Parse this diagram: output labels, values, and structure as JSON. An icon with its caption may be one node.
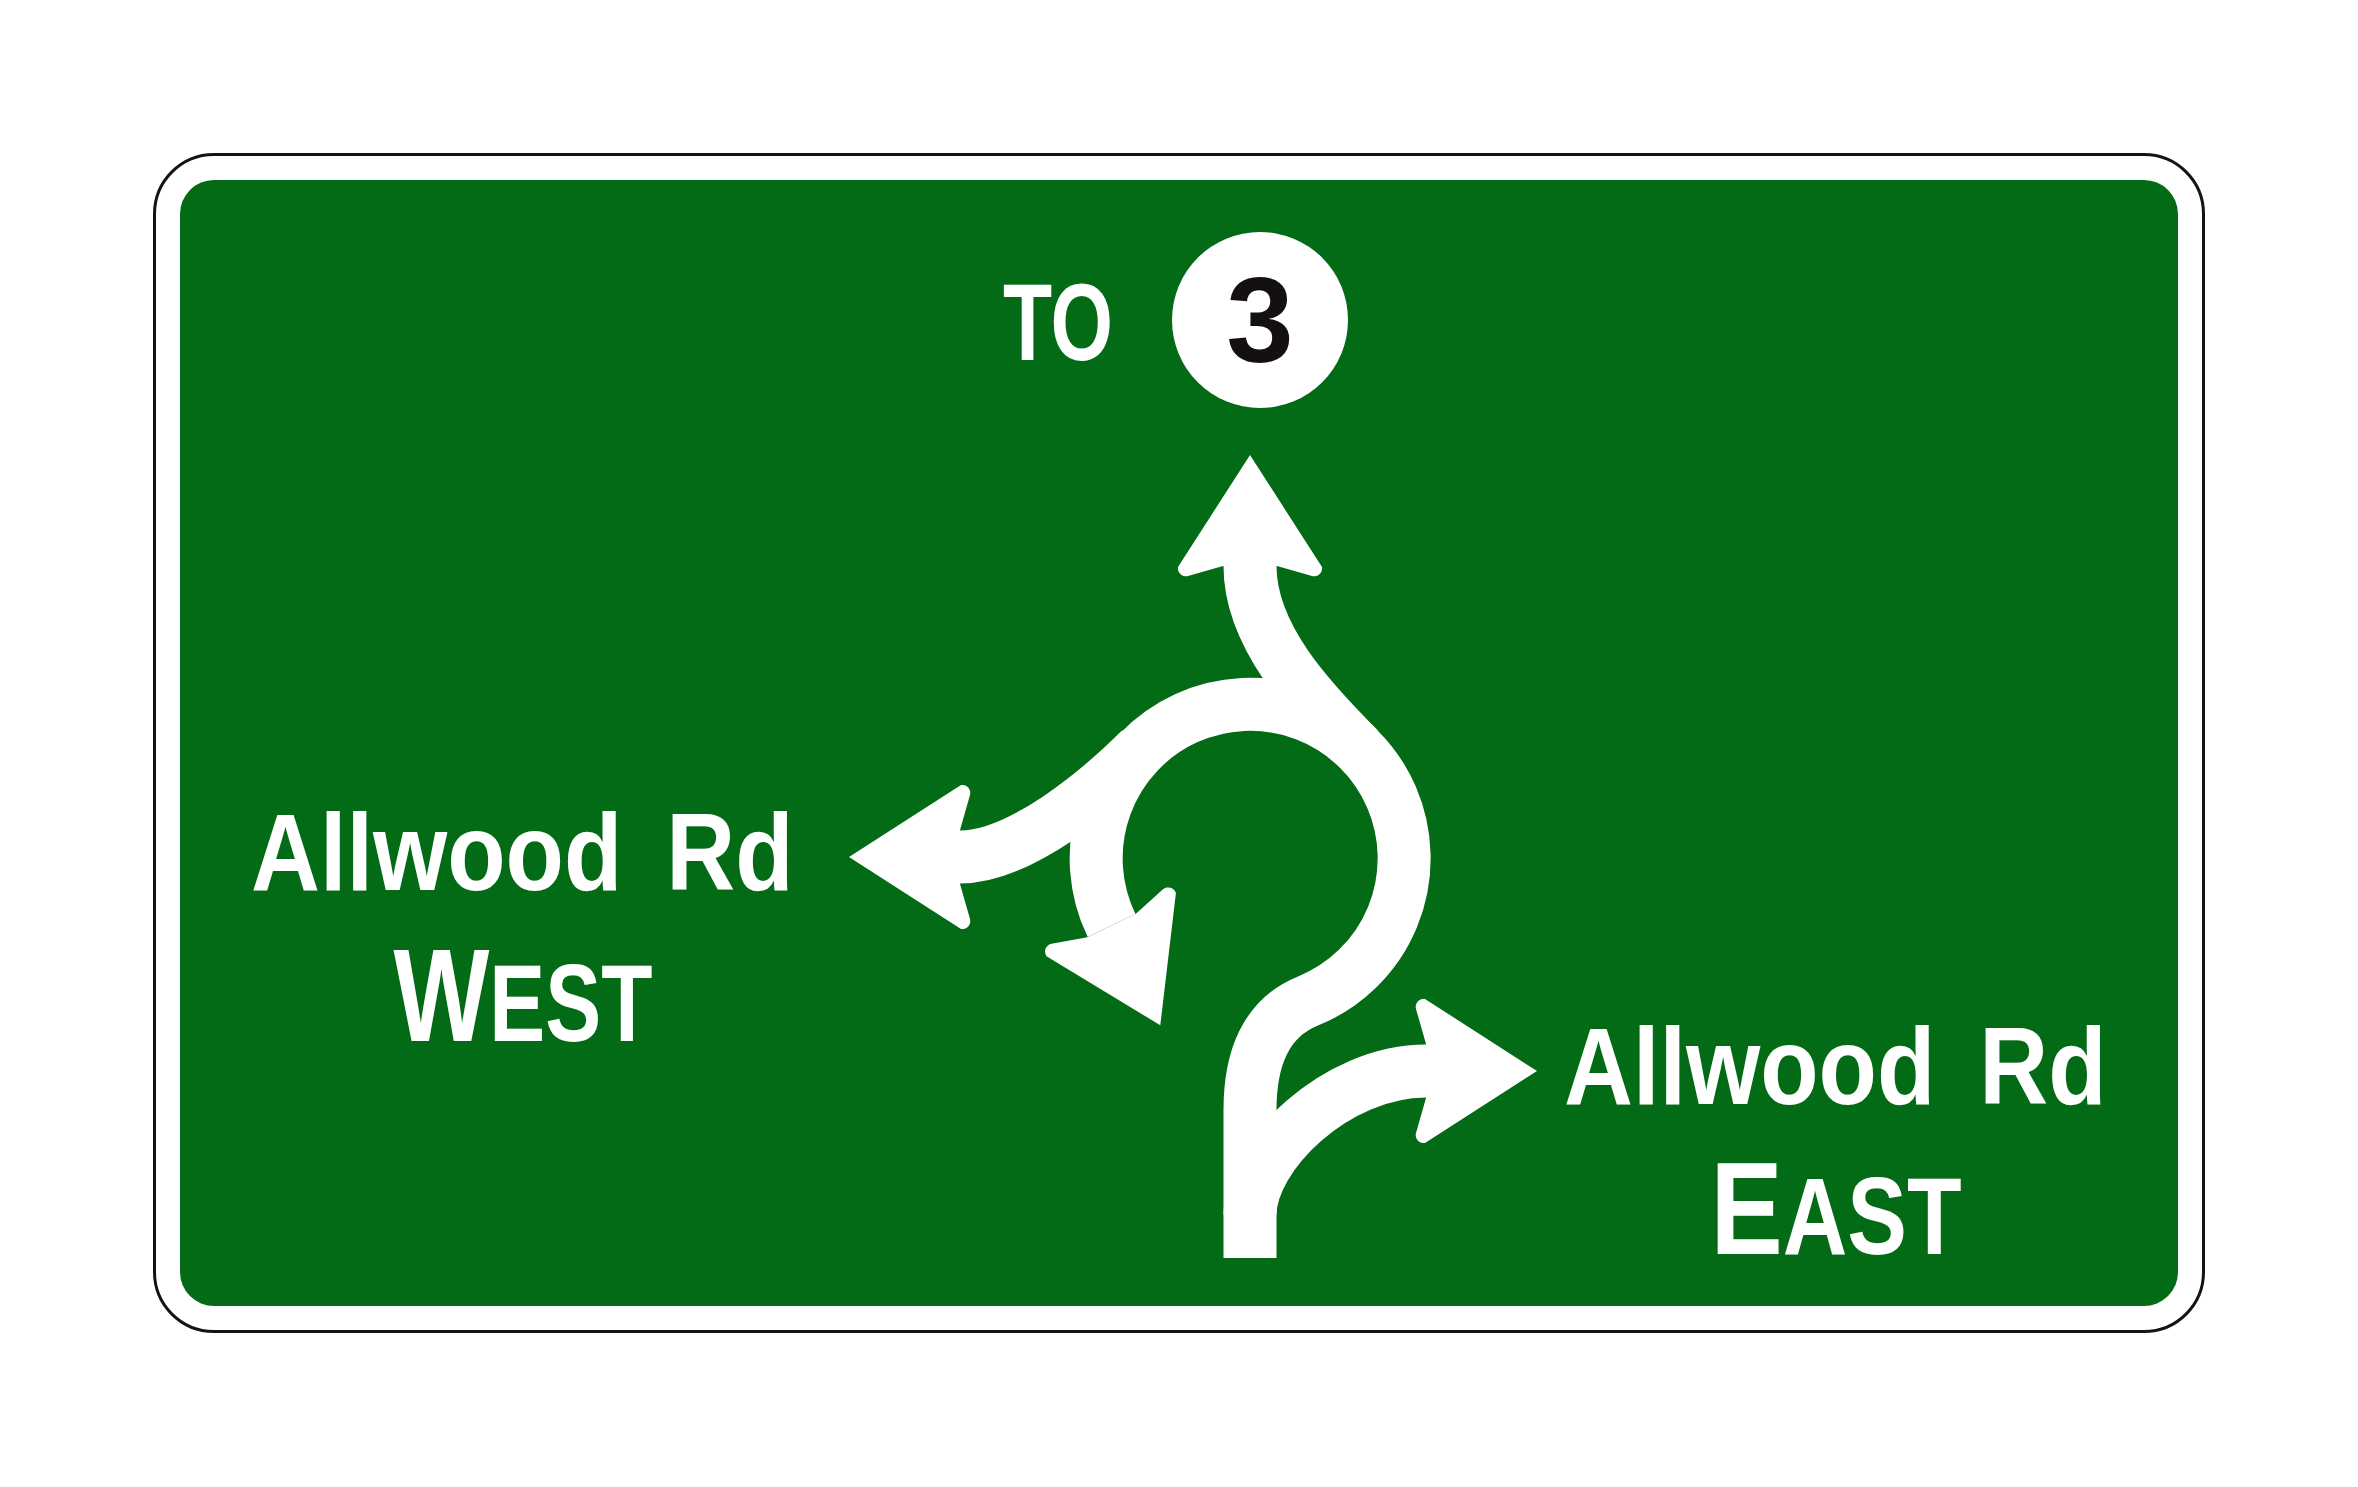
{
  "diagram": {
    "nodes": [
      {
        "text": [
          "3"
        ],
        "beside": [
          "TO"
        ]
      },
      {
        "text": [
          "Allwood Rd",
          "WEST"
        ]
      },
      {
        "text": [
          "Allwood Rd",
          "EAST"
        ]
      }
    ],
    "edges": [
      {
        "from": null,
        "to": 0,
        "arrow": "to"
      },
      {
        "from": null,
        "to": 1,
        "arrow": "to"
      },
      {
        "from": null,
        "to": 2,
        "arrow": "to"
      }
    ]
  }
}
